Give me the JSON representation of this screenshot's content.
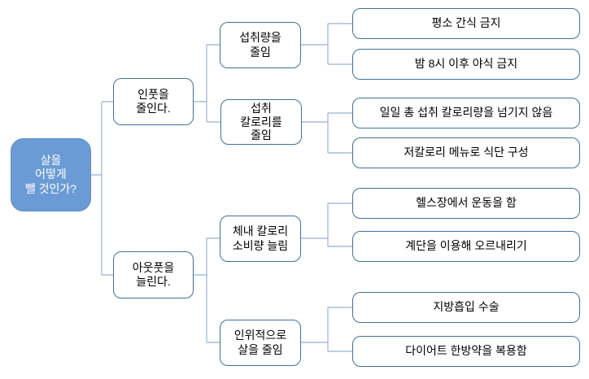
{
  "diagram": {
    "type": "tree",
    "direction": "left-to-right",
    "root": {
      "label": "살을 어떻게 뺄 것인가?",
      "lines": [
        "살을",
        "어떻게",
        "뺄 것인가?"
      ]
    },
    "branches": [
      {
        "label": "인풋을 줄인다.",
        "lines": [
          "인풋을",
          "줄인다."
        ],
        "children": [
          {
            "label": "섭취량을 줄임",
            "lines": [
              "섭취량을",
              "줄임"
            ],
            "leaves": [
              "평소 간식 금지",
              "밤 8시 이후 야식 금지"
            ]
          },
          {
            "label": "섭취 칼로리를 줄임",
            "lines": [
              "섭취",
              "칼로리를",
              "줄임"
            ],
            "leaves": [
              "일일 총 섭취 칼로리량을 넘기지 않음",
              "저칼로리 메뉴로 식단 구성"
            ]
          }
        ]
      },
      {
        "label": "아웃풋을 늘린다.",
        "lines": [
          "아웃풋을",
          "늘린다."
        ],
        "children": [
          {
            "label": "체내 칼로리 소비량 늘림",
            "lines": [
              "체내 칼로리",
              "소비량 늘림"
            ],
            "leaves": [
              "헬스장에서 운동을 함",
              "계단을 이용해 오르내리기"
            ]
          },
          {
            "label": "인위적으로 살을 줄임",
            "lines": [
              "인위적으로",
              "살을 줄임"
            ],
            "leaves": [
              "지방흡입 수술",
              "다이어트 한방약을 복용함"
            ]
          }
        ]
      }
    ],
    "colors": {
      "root_fill": "#6B9BD5",
      "root_text": "#FFFFFF",
      "box_border": "#41719C",
      "box_fill": "#FFFFFF",
      "connector": "#A9BDD9",
      "text": "#000000",
      "background": "#FFFFFF"
    }
  }
}
